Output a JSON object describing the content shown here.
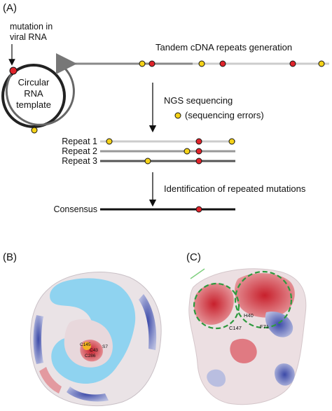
{
  "panel_a": {
    "label": "(A)",
    "mutation_label_line1": "mutation in",
    "mutation_label_line2": "viral RNA",
    "template_line1": "Circular",
    "template_line2": "RNA",
    "template_line3": "template",
    "tandem_label": "Tandem cDNA repeats generation",
    "ngs_label": "NGS sequencing",
    "seq_errors_label": "(sequencing errors)",
    "repeats": [
      "Repeat 1",
      "Repeat 2",
      "Repeat 3"
    ],
    "identification_label": "Identification of repeated mutations",
    "consensus_label": "Consensus"
  },
  "panel_b": {
    "label": "(B)",
    "residues": [
      "C145",
      "C43",
      "S7",
      "C286"
    ]
  },
  "panel_c": {
    "label": "(C)",
    "residues": [
      "H40",
      "C147",
      "F71"
    ]
  },
  "colors": {
    "mutation_red": "#e0242b",
    "seq_error_yellow": "#f5d218",
    "cdna_light": "#cccccc",
    "cdna_dark": "#777777",
    "cavity_blue": "#8fd3f0"
  }
}
